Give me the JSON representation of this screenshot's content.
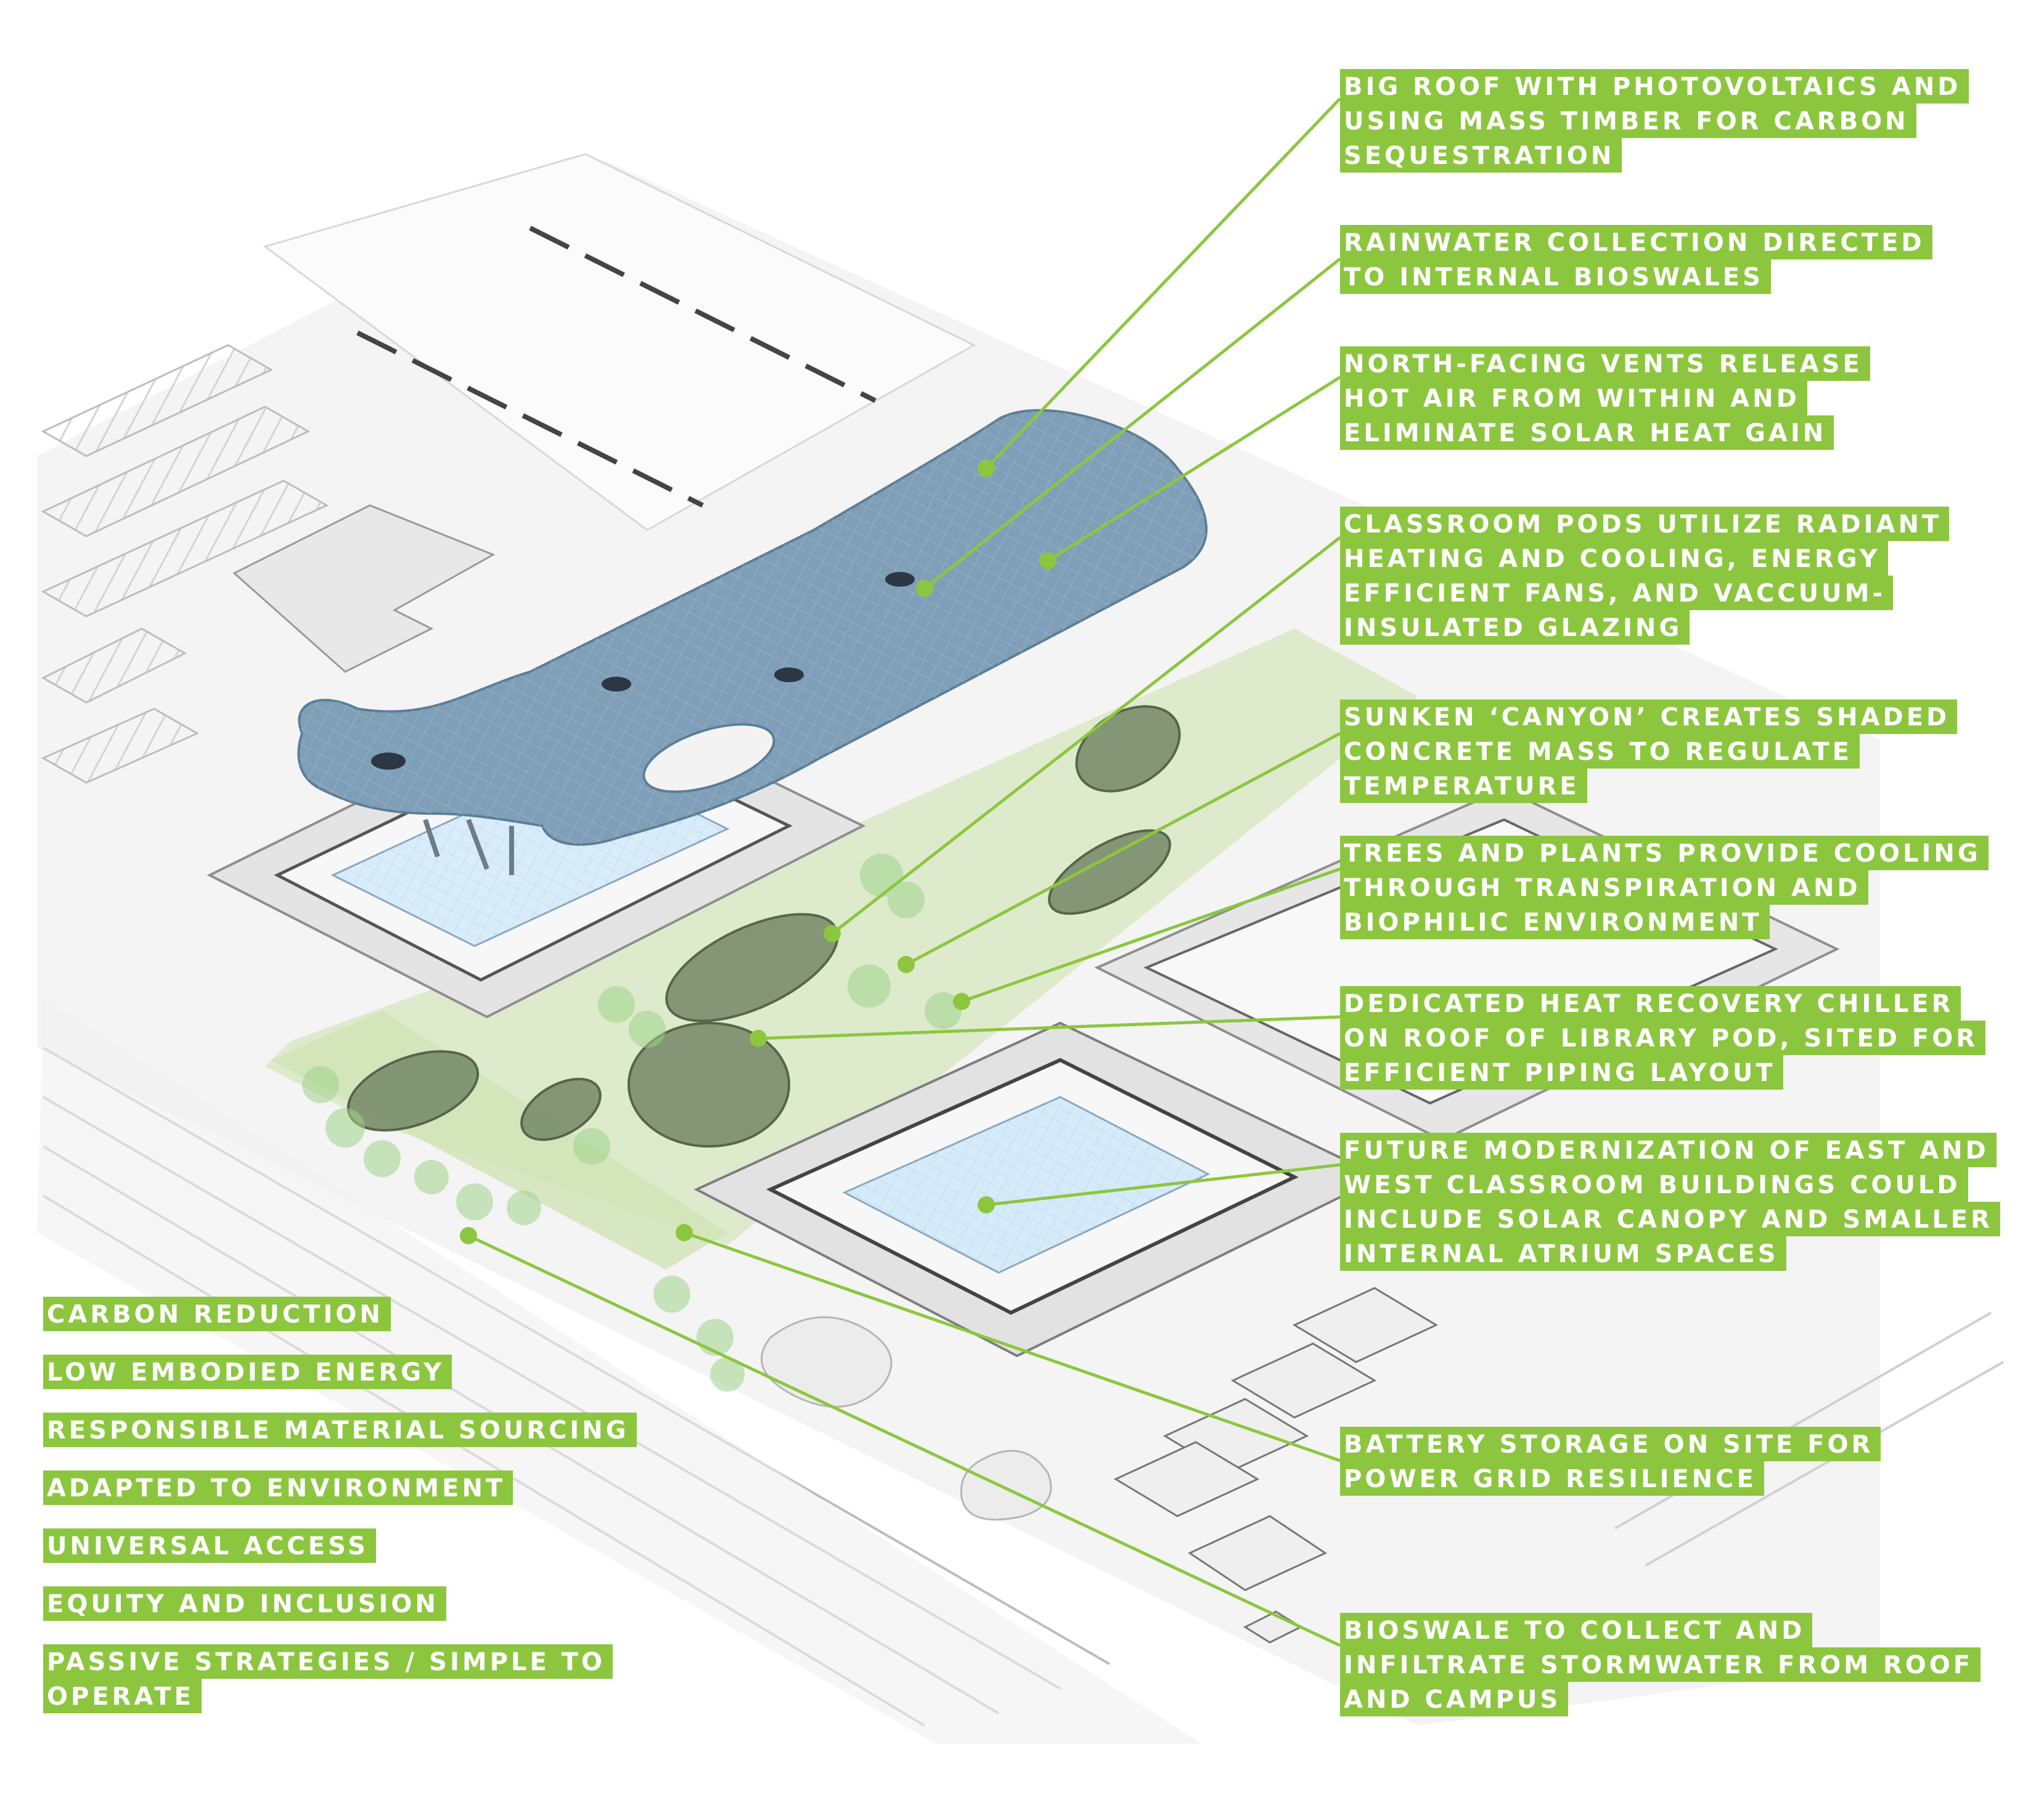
{
  "colors": {
    "accent_green": "#8cc63f",
    "roof_blue": "#7f9fb8",
    "landscape_green": "#cfe3b4",
    "pod_green": "#7f9270",
    "building_grey": "#e6e6e6"
  },
  "callouts": [
    {
      "id": "roof",
      "lines": [
        "BIG ROOF WITH PHOTOVOLTAICS AND",
        "USING MASS TIMBER FOR CARBON",
        "SEQUESTRATION"
      ]
    },
    {
      "id": "rainwater",
      "lines": [
        "RAINWATER COLLECTION DIRECTED",
        "TO INTERNAL BIOSWALES"
      ]
    },
    {
      "id": "vents",
      "lines": [
        "NORTH-FACING VENTS RELEASE",
        "HOT AIR FROM WITHIN AND",
        "ELIMINATE SOLAR HEAT GAIN"
      ]
    },
    {
      "id": "pods",
      "lines": [
        "CLASSROOM PODS UTILIZE RADIANT",
        "HEATING AND COOLING, ENERGY",
        "EFFICIENT FANS, AND VACCUUM-",
        "INSULATED GLAZING"
      ]
    },
    {
      "id": "canyon",
      "lines": [
        "SUNKEN ‘CANYON’ CREATES SHADED",
        "CONCRETE MASS TO REGULATE",
        "TEMPERATURE"
      ]
    },
    {
      "id": "trees",
      "lines": [
        "TREES AND PLANTS PROVIDE COOLING",
        "THROUGH TRANSPIRATION AND",
        "BIOPHILIC ENVIRONMENT"
      ]
    },
    {
      "id": "chiller",
      "lines": [
        "DEDICATED HEAT RECOVERY CHILLER",
        "ON ROOF OF LIBRARY POD, SITED FOR",
        "EFFICIENT PIPING LAYOUT"
      ]
    },
    {
      "id": "modernization",
      "lines": [
        "FUTURE MODERNIZATION OF EAST AND",
        "WEST CLASSROOM BUILDINGS COULD",
        "INCLUDE SOLAR CANOPY AND SMALLER",
        "INTERNAL ATRIUM SPACES"
      ]
    },
    {
      "id": "battery",
      "lines": [
        "BATTERY STORAGE ON SITE FOR",
        "POWER GRID RESILIENCE"
      ]
    },
    {
      "id": "bioswale",
      "lines": [
        "BIOSWALE TO COLLECT AND",
        "INFILTRATE STORMWATER FROM ROOF",
        "AND CAMPUS"
      ]
    }
  ],
  "legend": [
    {
      "lines": [
        "CARBON REDUCTION"
      ]
    },
    {
      "lines": [
        "LOW EMBODIED ENERGY"
      ]
    },
    {
      "lines": [
        "RESPONSIBLE MATERIAL SOURCING"
      ]
    },
    {
      "lines": [
        "ADAPTED TO ENVIRONMENT"
      ]
    },
    {
      "lines": [
        "UNIVERSAL ACCESS"
      ]
    },
    {
      "lines": [
        "EQUITY AND INCLUSION"
      ]
    },
    {
      "lines": [
        "PASSIVE STRATEGIES / SIMPLE TO",
        "OPERATE"
      ]
    }
  ]
}
